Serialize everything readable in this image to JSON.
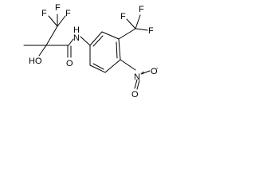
{
  "structure": {
    "atom_labels": {
      "f_top_left": "F",
      "f_top_center": "F",
      "f_top_right": "F",
      "hydroxyl": "HO",
      "amide_nh": "N",
      "amide_nh_h": "H",
      "carbonyl_o": "O",
      "cf3_f1": "F",
      "cf3_f2": "F",
      "cf3_f3": "F",
      "nitro_n": "N",
      "nitro_n_charge": "+",
      "nitro_o_upper": "O",
      "nitro_o_lower": "O",
      "nitro_o_charge": "-"
    }
  }
}
